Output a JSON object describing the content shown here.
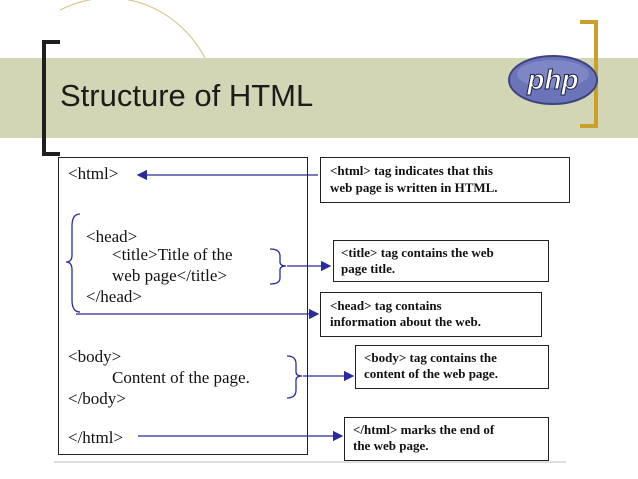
{
  "slide": {
    "title": "Structure of HTML",
    "logo_text": "php",
    "colors": {
      "title_band": "#d3d6b4",
      "bracket_left": "#1f1f1f",
      "bracket_right": "#c8a02a",
      "arrow": "#2b2ba0",
      "logo_fill": "#6b74b8"
    }
  },
  "code": {
    "line1": "<html>",
    "line2": "<head>",
    "line3": "<title>Title of the",
    "line4": "web page</title>",
    "line5": "</head>",
    "line6": "<body>",
    "line7": "Content of the page.",
    "line8": "</body>",
    "line9": "</html>"
  },
  "notes": {
    "html": {
      "line1": "<html> tag indicates that this",
      "line2": "web page is written in HTML."
    },
    "title": {
      "line1": "<title> tag contains the web",
      "line2": "page title."
    },
    "head": {
      "line1": "<head> tag contains",
      "line2": "information about the web."
    },
    "body": {
      "line1": "<body> tag contains the",
      "line2": "content of the web page."
    },
    "end": {
      "line1": "</html> marks the end of",
      "line2": "the web page."
    }
  }
}
